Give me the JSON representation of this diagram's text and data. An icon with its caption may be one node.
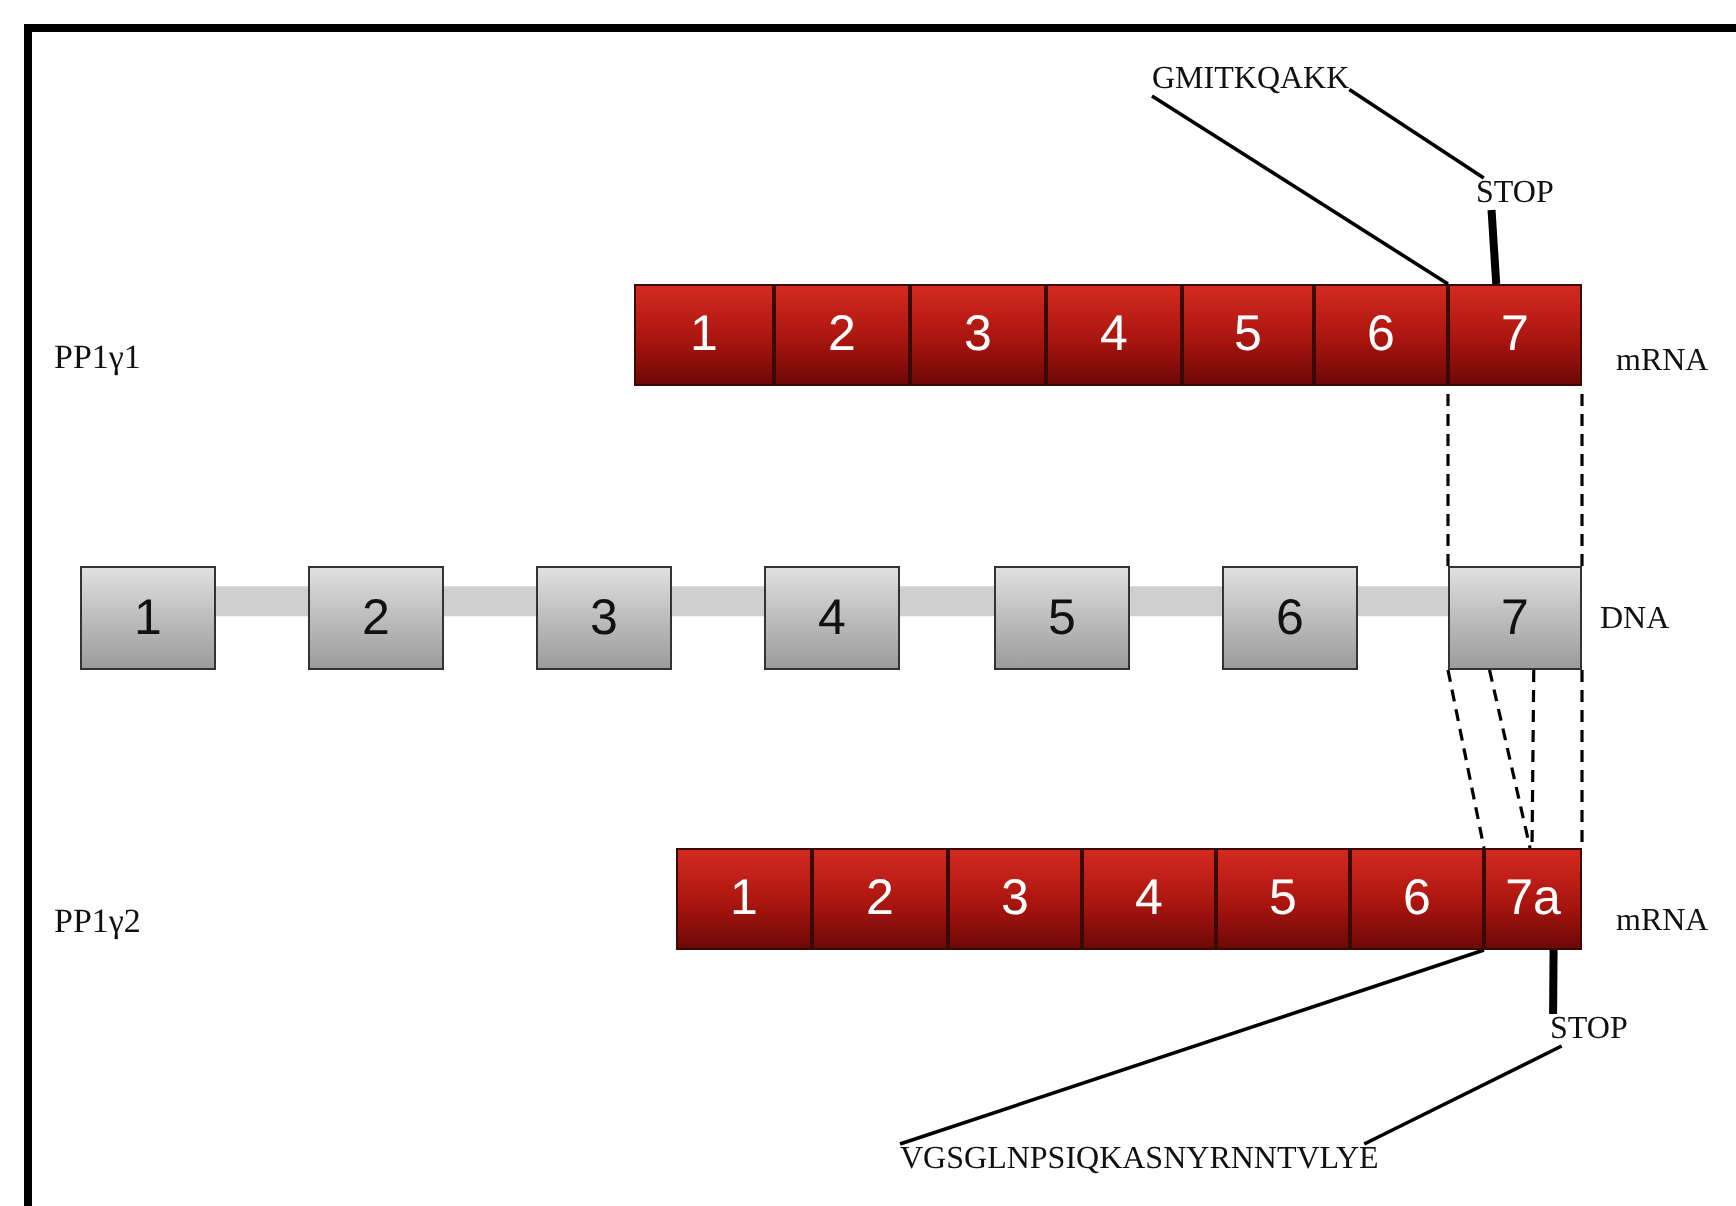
{
  "diagram": {
    "nodes": [
      {
        "text": [
          "1"
        ]
      },
      {
        "text": [
          "2"
        ]
      },
      {
        "text": [
          "3"
        ]
      },
      {
        "text": [
          "4"
        ]
      },
      {
        "text": [
          "5"
        ]
      },
      {
        "text": [
          "6"
        ]
      },
      {
        "text": [
          "7"
        ]
      },
      {
        "text": [
          "1"
        ]
      },
      {
        "text": [
          "2"
        ]
      },
      {
        "text": [
          "3"
        ]
      },
      {
        "text": [
          "4"
        ]
      },
      {
        "text": [
          "5"
        ]
      },
      {
        "text": [
          "6"
        ]
      },
      {
        "text": [
          "7"
        ]
      },
      {
        "text": [
          "1"
        ]
      },
      {
        "text": [
          "2"
        ]
      },
      {
        "text": [
          "3"
        ]
      },
      {
        "text": [
          "4"
        ]
      },
      {
        "text": [
          "5"
        ]
      },
      {
        "text": [
          "6"
        ]
      },
      {
        "text": [
          "7a"
        ]
      },
      {
        "text": [
          "GMITKQAKK"
        ]
      },
      {
        "text": [
          "STOP"
        ]
      },
      {
        "text": [
          "STOP"
        ]
      },
      {
        "text": [
          "VGSGLNPSIQKASNYRNNTVLYE"
        ]
      }
    ],
    "edges": [
      {
        "from": 21,
        "to": 6,
        "arrow": "none"
      },
      {
        "from": 21,
        "to": 22,
        "arrow": "none"
      },
      {
        "from": 22,
        "to": 6,
        "arrow": "none",
        "style": "thick"
      },
      {
        "from": 13,
        "to": 6,
        "arrow": "none",
        "style": "dashed"
      },
      {
        "from": 13,
        "to": 6,
        "arrow": "none",
        "style": "dashed"
      },
      {
        "from": 13,
        "to": 20,
        "arrow": "none",
        "style": "dashed"
      },
      {
        "from": 13,
        "to": 20,
        "arrow": "none",
        "style": "dashed"
      },
      {
        "from": 13,
        "to": 20,
        "arrow": "none",
        "style": "dashed"
      },
      {
        "from": 13,
        "to": 20,
        "arrow": "none",
        "style": "dashed"
      },
      {
        "from": 24,
        "to": 20,
        "arrow": "none"
      },
      {
        "from": 23,
        "to": 20,
        "arrow": "none",
        "style": "thick"
      },
      {
        "from": 24,
        "to": 23,
        "arrow": "none"
      },
      {
        "from": 7,
        "to": 8,
        "arrow": "none",
        "style": "thick",
        "color": "#cfcfcf"
      },
      {
        "from": 8,
        "to": 9,
        "arrow": "none",
        "style": "thick",
        "color": "#cfcfcf"
      },
      {
        "from": 9,
        "to": 10,
        "arrow": "none",
        "style": "thick",
        "color": "#cfcfcf"
      },
      {
        "from": 10,
        "to": 11,
        "arrow": "none",
        "style": "thick",
        "color": "#cfcfcf"
      },
      {
        "from": 11,
        "to": 12,
        "arrow": "none",
        "style": "thick",
        "color": "#cfcfcf"
      },
      {
        "from": 12,
        "to": 13,
        "arrow": "none",
        "style": "thick",
        "color": "#cfcfcf"
      }
    ],
    "labels": [
      "PP1γ1",
      "mRNA",
      "DNA",
      "PP1γ2",
      "mRNA"
    ]
  }
}
